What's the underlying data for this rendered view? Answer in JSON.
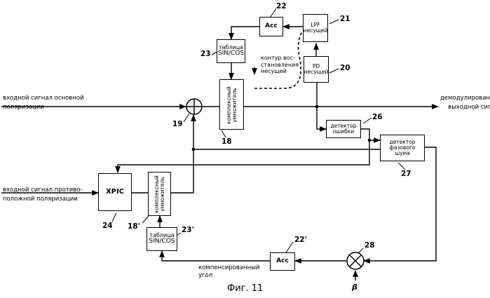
{
  "blocks": {
    "acc_top": "Acc",
    "lpf": [
      "LPF",
      "несущей"
    ],
    "pd": [
      "PD",
      "несущей"
    ],
    "table_top": [
      "таблица",
      "SIN/COS"
    ],
    "table_bottom": [
      "таблица",
      "SIN/COS"
    ],
    "mult_top": [
      "комплексный",
      "умножитель"
    ],
    "mult_bottom": [
      "комплексный",
      "умножитель"
    ],
    "xpic": "XPIC",
    "err_det": [
      "детектор",
      "ошибки"
    ],
    "phase_det": [
      "детектор",
      "фазового",
      "шума"
    ],
    "acc_bottom": "Acc"
  },
  "labels": {
    "input_main": [
      "входной сигнал основной",
      "поляризации"
    ],
    "input_cross": [
      "входной сигнал противо-",
      "положной поляризации"
    ],
    "output": [
      "демодулированный",
      "выходной сигнал"
    ],
    "loop": [
      "контур вос-",
      "становления",
      "несущей"
    ],
    "comp_angle": [
      "компенсированный",
      "угол"
    ],
    "beta": "β"
  },
  "refs": {
    "r22": "22",
    "r21": "21",
    "r23": "23",
    "r20": "20",
    "r19": "19",
    "r18": "18",
    "r26": "26",
    "r27": "27",
    "r24": "24",
    "r18p": "18'",
    "r23p": "23'",
    "r22p": "22'",
    "r28": "28"
  },
  "caption": "Фиг. 11"
}
